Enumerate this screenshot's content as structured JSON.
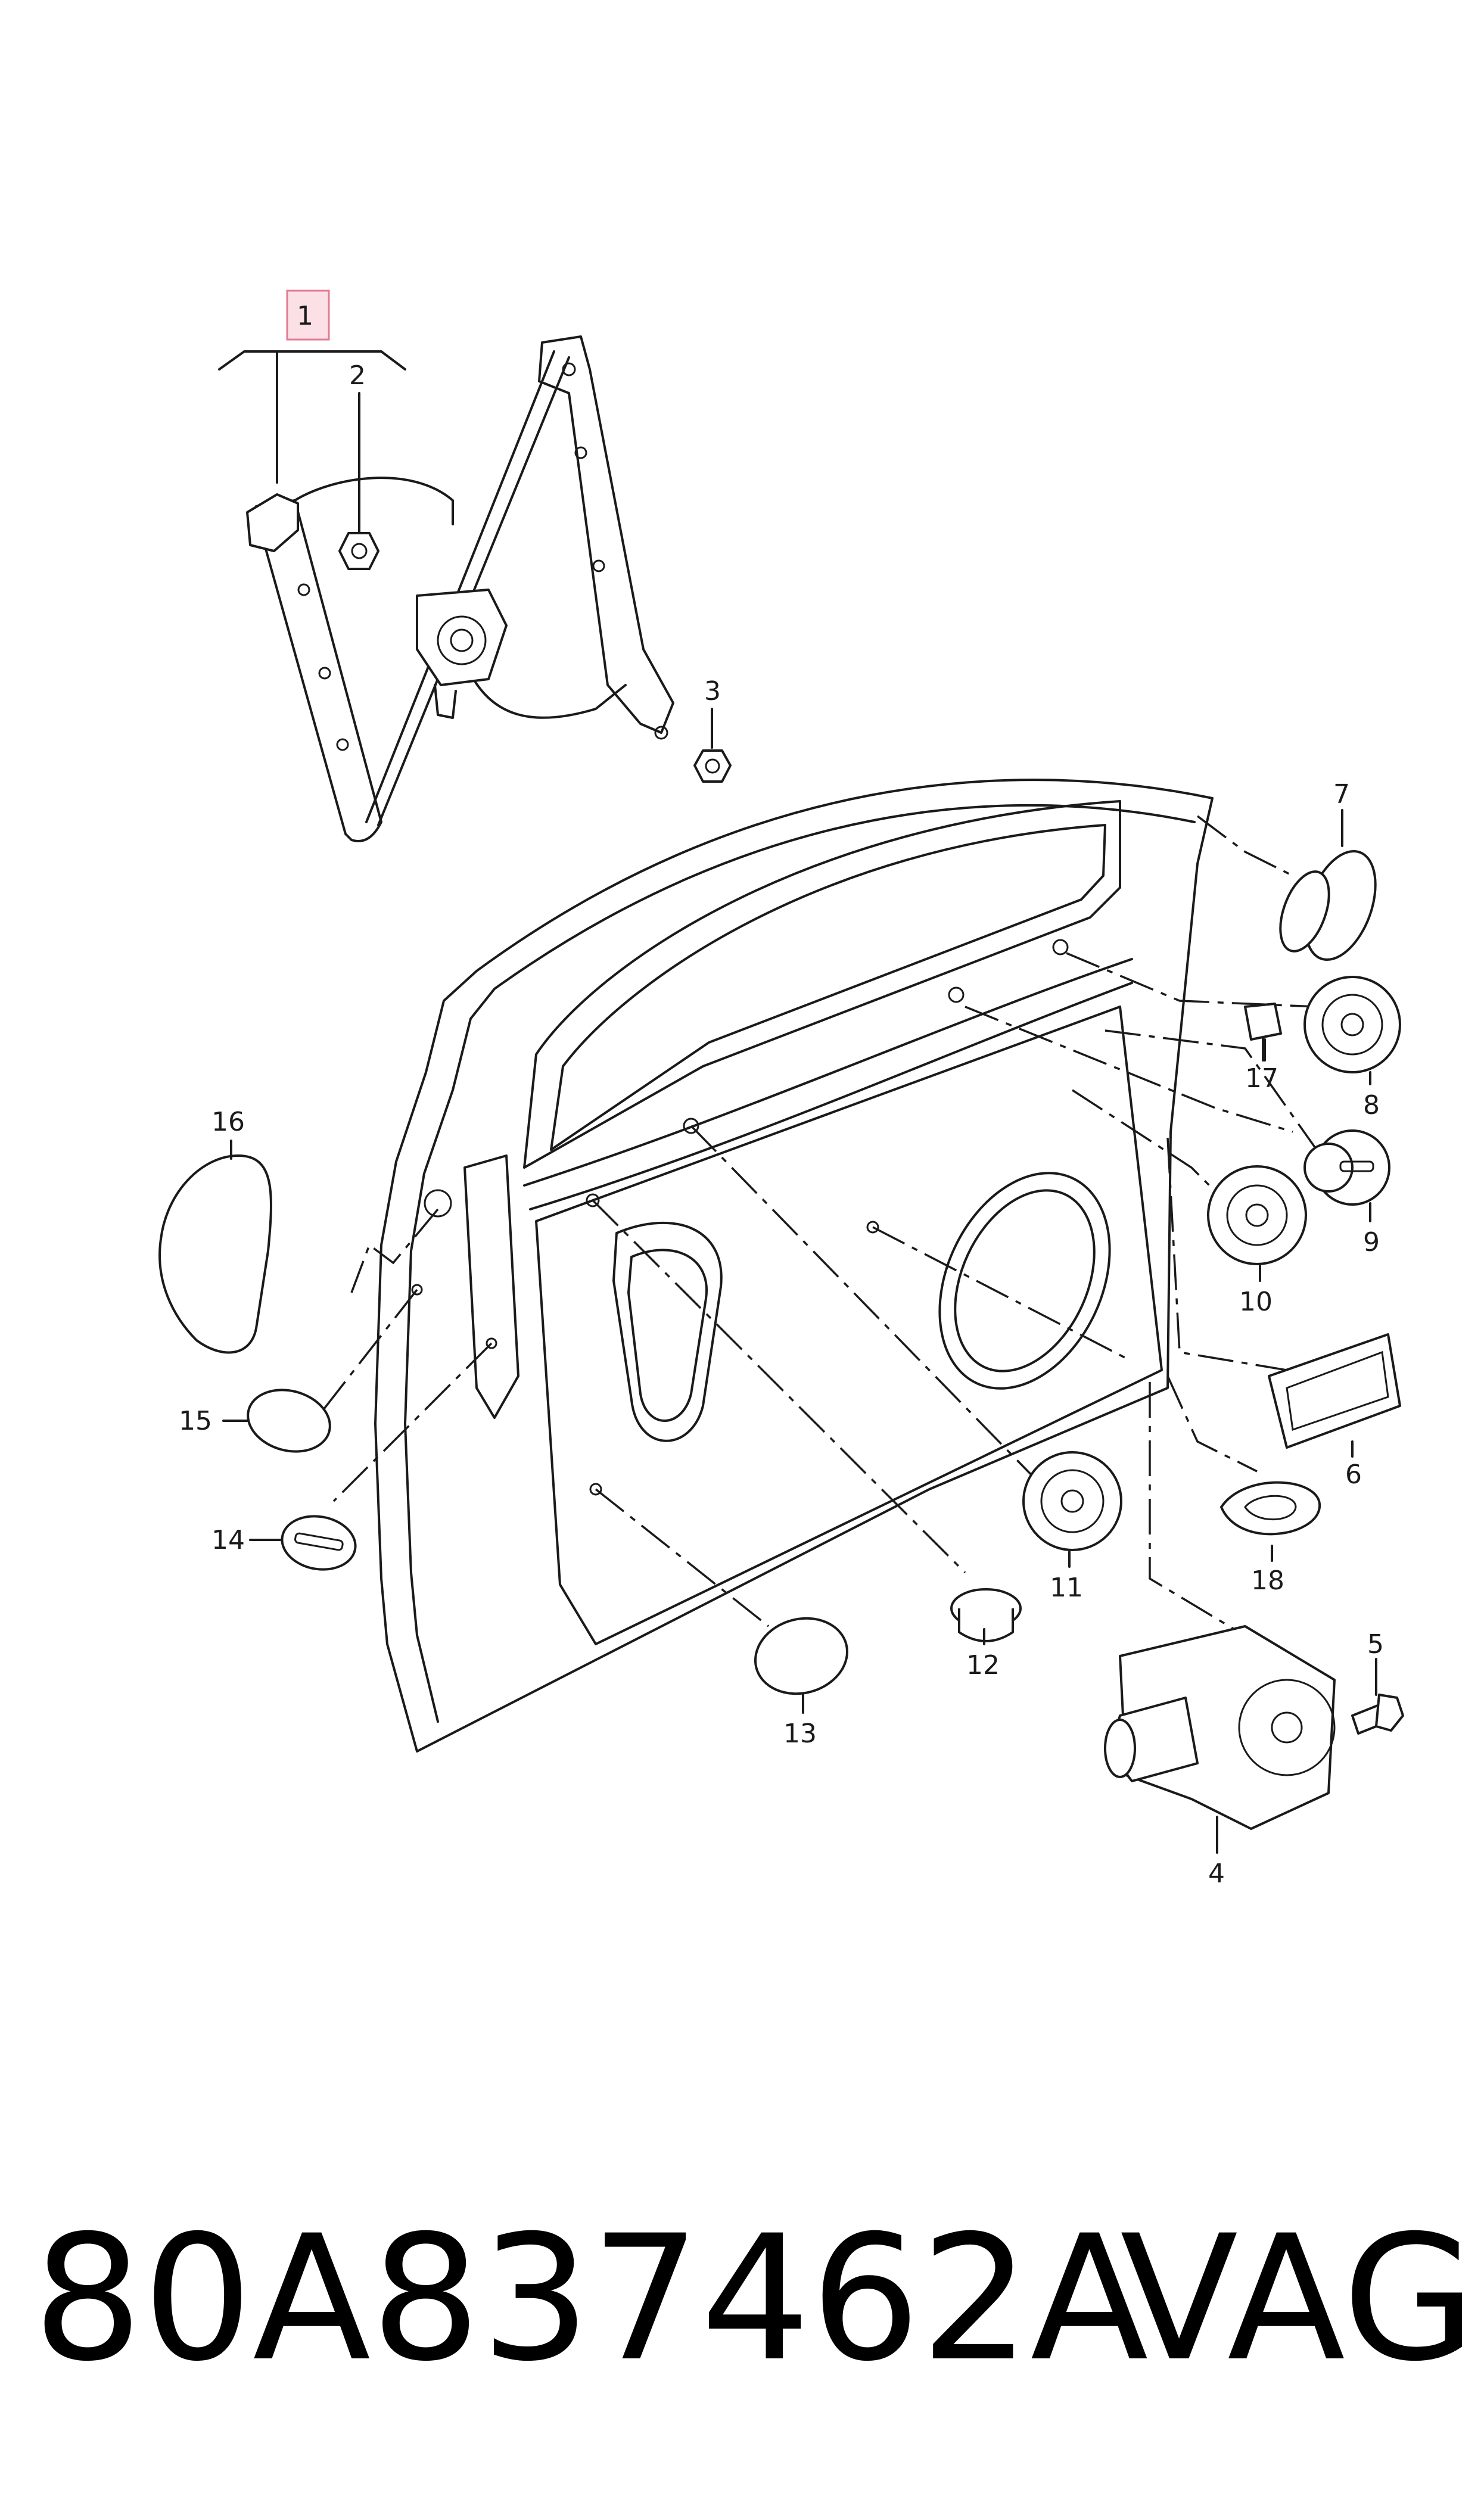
{
  "diagram": {
    "callouts": [
      "1",
      "2",
      "3",
      "4",
      "5",
      "6",
      "7",
      "8",
      "9",
      "10",
      "11",
      "12",
      "13",
      "14",
      "15",
      "16",
      "17",
      "18"
    ],
    "highlighted_callout": "1"
  },
  "caption": {
    "part_number": "80A837462A",
    "brand": "VAG"
  }
}
